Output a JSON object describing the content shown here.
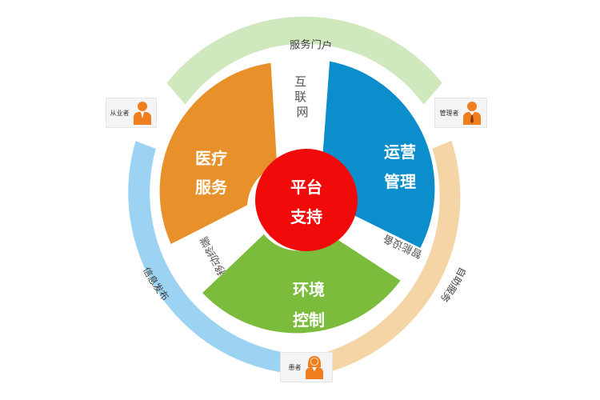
{
  "colors": {
    "center": "#f00a0a",
    "medical": "#e8902a",
    "operations": "#0c8ecc",
    "environment": "#7cbc3c",
    "ring_portal": "#cfe8be",
    "ring_management": "#f5d4a6",
    "ring_service": "#9dd3f2",
    "figure": "#ef7e1e",
    "gap_text": "#555555",
    "ring_text": "#3d3d3d"
  },
  "center": {
    "line1": "平台",
    "line2": "支持"
  },
  "segments": {
    "medical": {
      "line1": "医疗",
      "line2": "服务",
      "icon": "medical-segment"
    },
    "operations": {
      "line1": "运营",
      "line2": "管理",
      "icon": "operations-segment"
    },
    "environment": {
      "line1": "环境",
      "line2": "控制",
      "icon": "environment-segment"
    }
  },
  "gaps": {
    "internet": "互联网",
    "mobile_terminal": "移动终端",
    "connected_device": "智能设备"
  },
  "rings": {
    "portal": "服务门户",
    "self_service": "自助服务",
    "info_publish": "信息发布"
  },
  "roles": {
    "practitioner": {
      "label": "从业者",
      "icon": "person-icon"
    },
    "manager": {
      "label": "管理者",
      "icon": "manager-icon"
    },
    "patient": {
      "label": "患者",
      "icon": "patient-icon"
    }
  }
}
